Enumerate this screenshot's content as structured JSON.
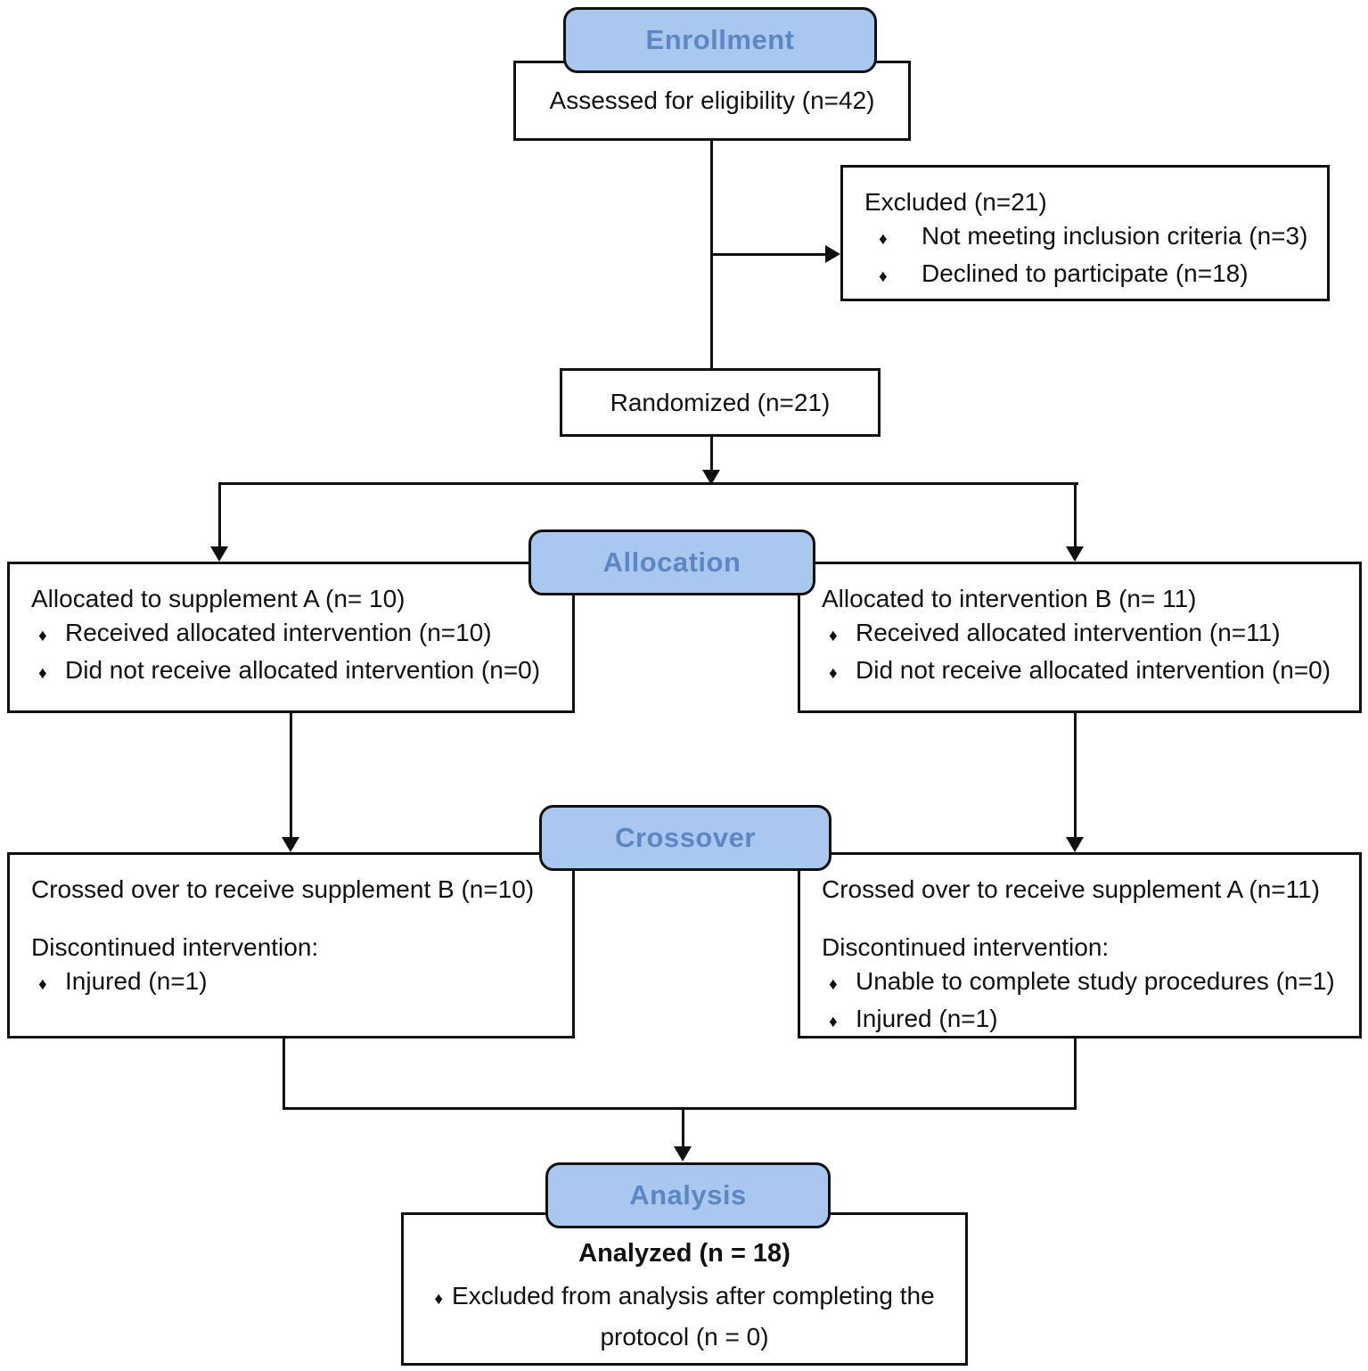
{
  "palette": {
    "header_fill": "#aac7f0",
    "header_text": "#5b88c4",
    "line_color": "#111111",
    "box_border": "#111111"
  },
  "bullet_glyph": "♦",
  "headers": {
    "enrollment": "Enrollment",
    "allocation": "Allocation",
    "crossover": "Crossover",
    "analysis": "Analysis"
  },
  "boxes": {
    "assessed": {
      "text": "Assessed for eligibility (n=42)"
    },
    "excluded": {
      "title": "Excluded (n=21)",
      "bullets": [
        "Not meeting inclusion criteria (n=3)",
        "Declined to participate (n=18)"
      ]
    },
    "randomized": {
      "text": "Randomized (n=21)"
    },
    "allocation_left": {
      "title": "Allocated to supplement A (n= 10)",
      "bullets": [
        "Received allocated intervention (n=10)",
        "Did not receive allocated intervention (n=0)"
      ]
    },
    "allocation_right": {
      "title": "Allocated to intervention B (n= 11)",
      "bullets": [
        "Received allocated intervention (n=11)",
        "Did not receive allocated intervention (n=0)"
      ]
    },
    "crossover_left": {
      "title": "Crossed over to receive supplement B (n=10)",
      "note": "Discontinued intervention:",
      "bullets": [
        "Injured (n=1)"
      ]
    },
    "crossover_right": {
      "title": "Crossed over to receive supplement A (n=11)",
      "note": "Discontinued intervention:",
      "bullets": [
        "Unable to complete study procedures (n=1)",
        "Injured (n=1)"
      ]
    },
    "analyzed": {
      "title": "Analyzed (n = 18)",
      "bullets": [
        "Excluded from analysis after completing the protocol (n = 0)"
      ]
    }
  }
}
